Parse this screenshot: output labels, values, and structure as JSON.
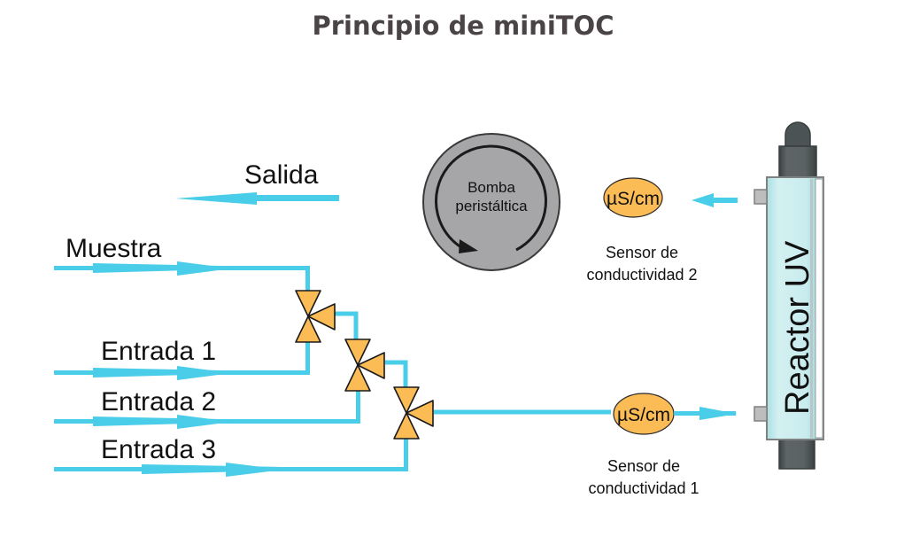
{
  "title": "Principio de miniTOC",
  "flows": {
    "salida": "Salida",
    "muestra": "Muestra",
    "entrada1": "Entrada 1",
    "entrada2": "Entrada 2",
    "entrada3": "Entrada 3"
  },
  "pump": {
    "line1": "Bomba",
    "line2": "peristáltica"
  },
  "reactor": {
    "label": "Reactor UV"
  },
  "sensors": [
    {
      "unit": "µS/cm",
      "label_line1": "Sensor de",
      "label_line2": "conductividad 2"
    },
    {
      "unit": "µS/cm",
      "label_line1": "Sensor de",
      "label_line2": "conductividad 1"
    }
  ],
  "colors": {
    "pipe": "#49cde8",
    "valve": "#fbbb55",
    "pump": "#a6a6a8",
    "reactor_glass": "#c9ebec",
    "reactor_cap": "#4c5354",
    "title": "#4a4446"
  }
}
